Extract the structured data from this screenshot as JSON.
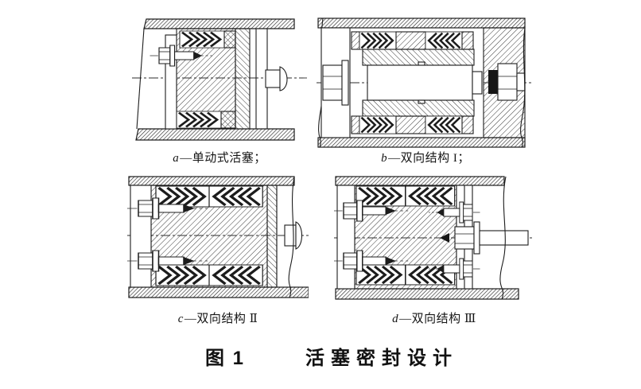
{
  "figure": {
    "number": "图 1",
    "title": "活塞密封设计",
    "subfigures": [
      {
        "letter": "a",
        "label": "—单动式活塞；"
      },
      {
        "letter": "b",
        "label": "—双向结构 I；"
      },
      {
        "letter": "c",
        "label": "—双向结构 Ⅱ"
      },
      {
        "letter": "d",
        "label": "—双向结构 Ⅲ"
      }
    ]
  }
}
